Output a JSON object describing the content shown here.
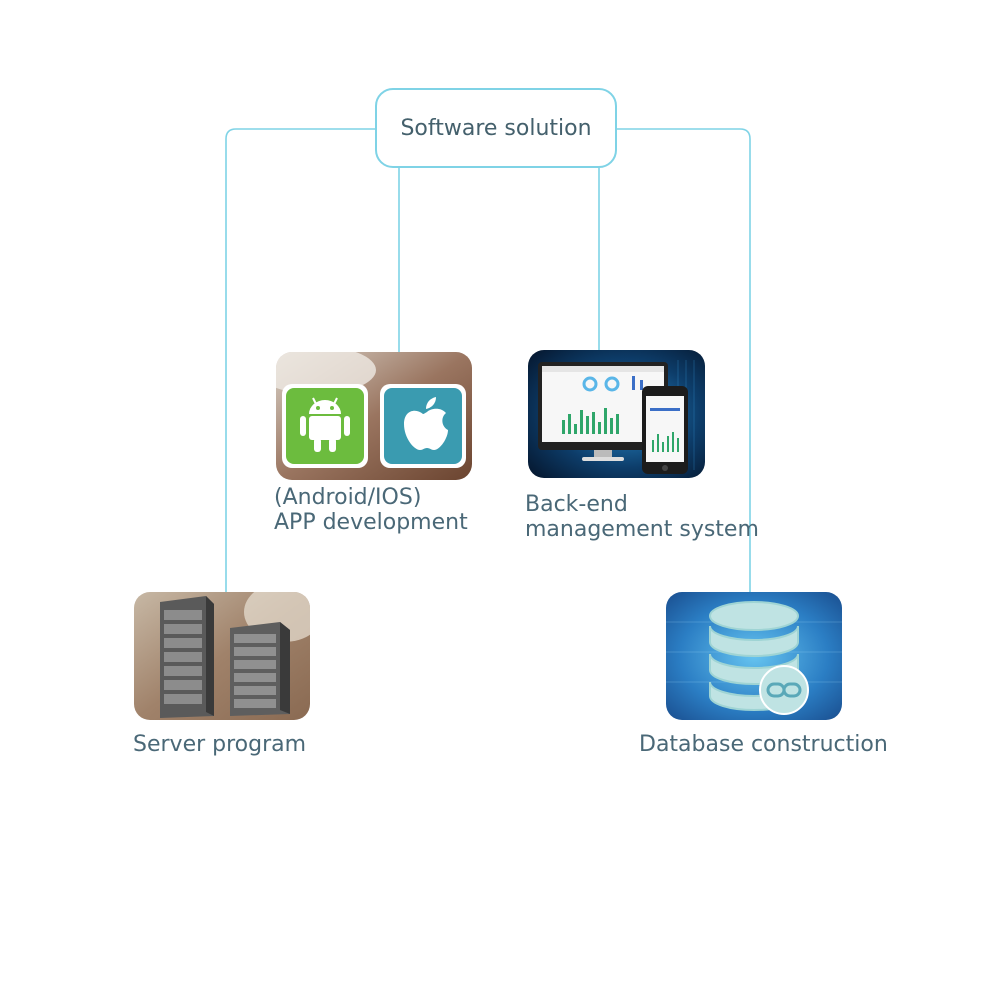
{
  "root": {
    "label": "Software solution"
  },
  "nodes": {
    "app": {
      "line1": "(Android/IOS)",
      "line2": "APP development",
      "icons": [
        "android-icon",
        "apple-icon"
      ]
    },
    "backend": {
      "line1": "Back-end",
      "line2": "management system",
      "icons": [
        "monitor-icon",
        "phone-icon"
      ]
    },
    "server": {
      "label": "Server program",
      "icons": [
        "server-rack-icon"
      ]
    },
    "database": {
      "label": "Database construction",
      "icons": [
        "database-icon",
        "link-icon"
      ]
    }
  },
  "colors": {
    "connector": "#7fd3e6",
    "text": "#4a6877",
    "android_green": "#6cbc3e",
    "apple_teal": "#3a9bb0"
  }
}
